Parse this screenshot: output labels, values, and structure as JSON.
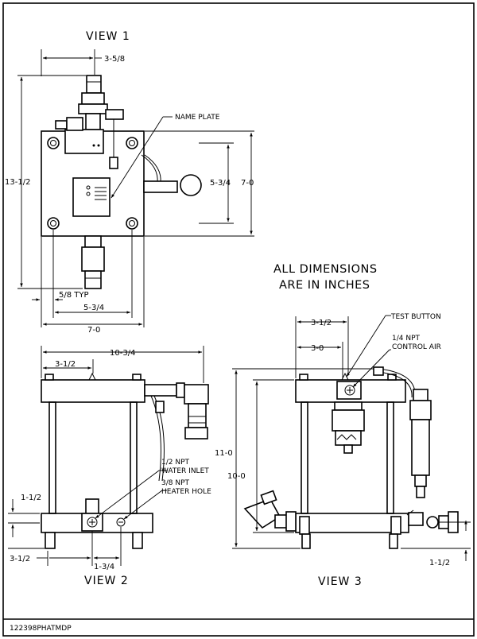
{
  "views": {
    "view1": "VIEW 1",
    "view2": "VIEW 2",
    "view3": "VIEW 3"
  },
  "note": {
    "line1": "ALL DIMENSIONS",
    "line2": "ARE IN INCHES"
  },
  "view1_dims": {
    "top_width": "3-5/8",
    "overall_height": "13-1/2",
    "inner_height": "5-3/4",
    "outer_height": "7-0",
    "bolt_typ": "5/8 TYP",
    "inner_width": "5-3/4",
    "outer_width": "7-0",
    "name_plate": "NAME PLATE"
  },
  "view2_dims": {
    "overall_width": "10-3/4",
    "left_offset": "3-1/2",
    "water_inlet_1": "1/2 NPT",
    "water_inlet_2": "WATER INLET",
    "heater_hole_1": "3/8 NPT",
    "heater_hole_2": "HEATER HOLE",
    "left_side": "1-1/2",
    "bottom_left": "3-1/2",
    "bottom_spacing": "1-3/4"
  },
  "view3_dims": {
    "test_button": "TEST BUTTON",
    "control_air_1": "1/4 NPT",
    "control_air_2": "CONTROL AIR",
    "width_a": "3-1/2",
    "width_b": "3-0",
    "height_outer": "11-0",
    "height_inner": "10-0",
    "bottom_right": "1-1/2"
  },
  "drawing_code": "122398PHATMDP",
  "colors": {
    "ink": "#000000",
    "paper": "#ffffff"
  }
}
